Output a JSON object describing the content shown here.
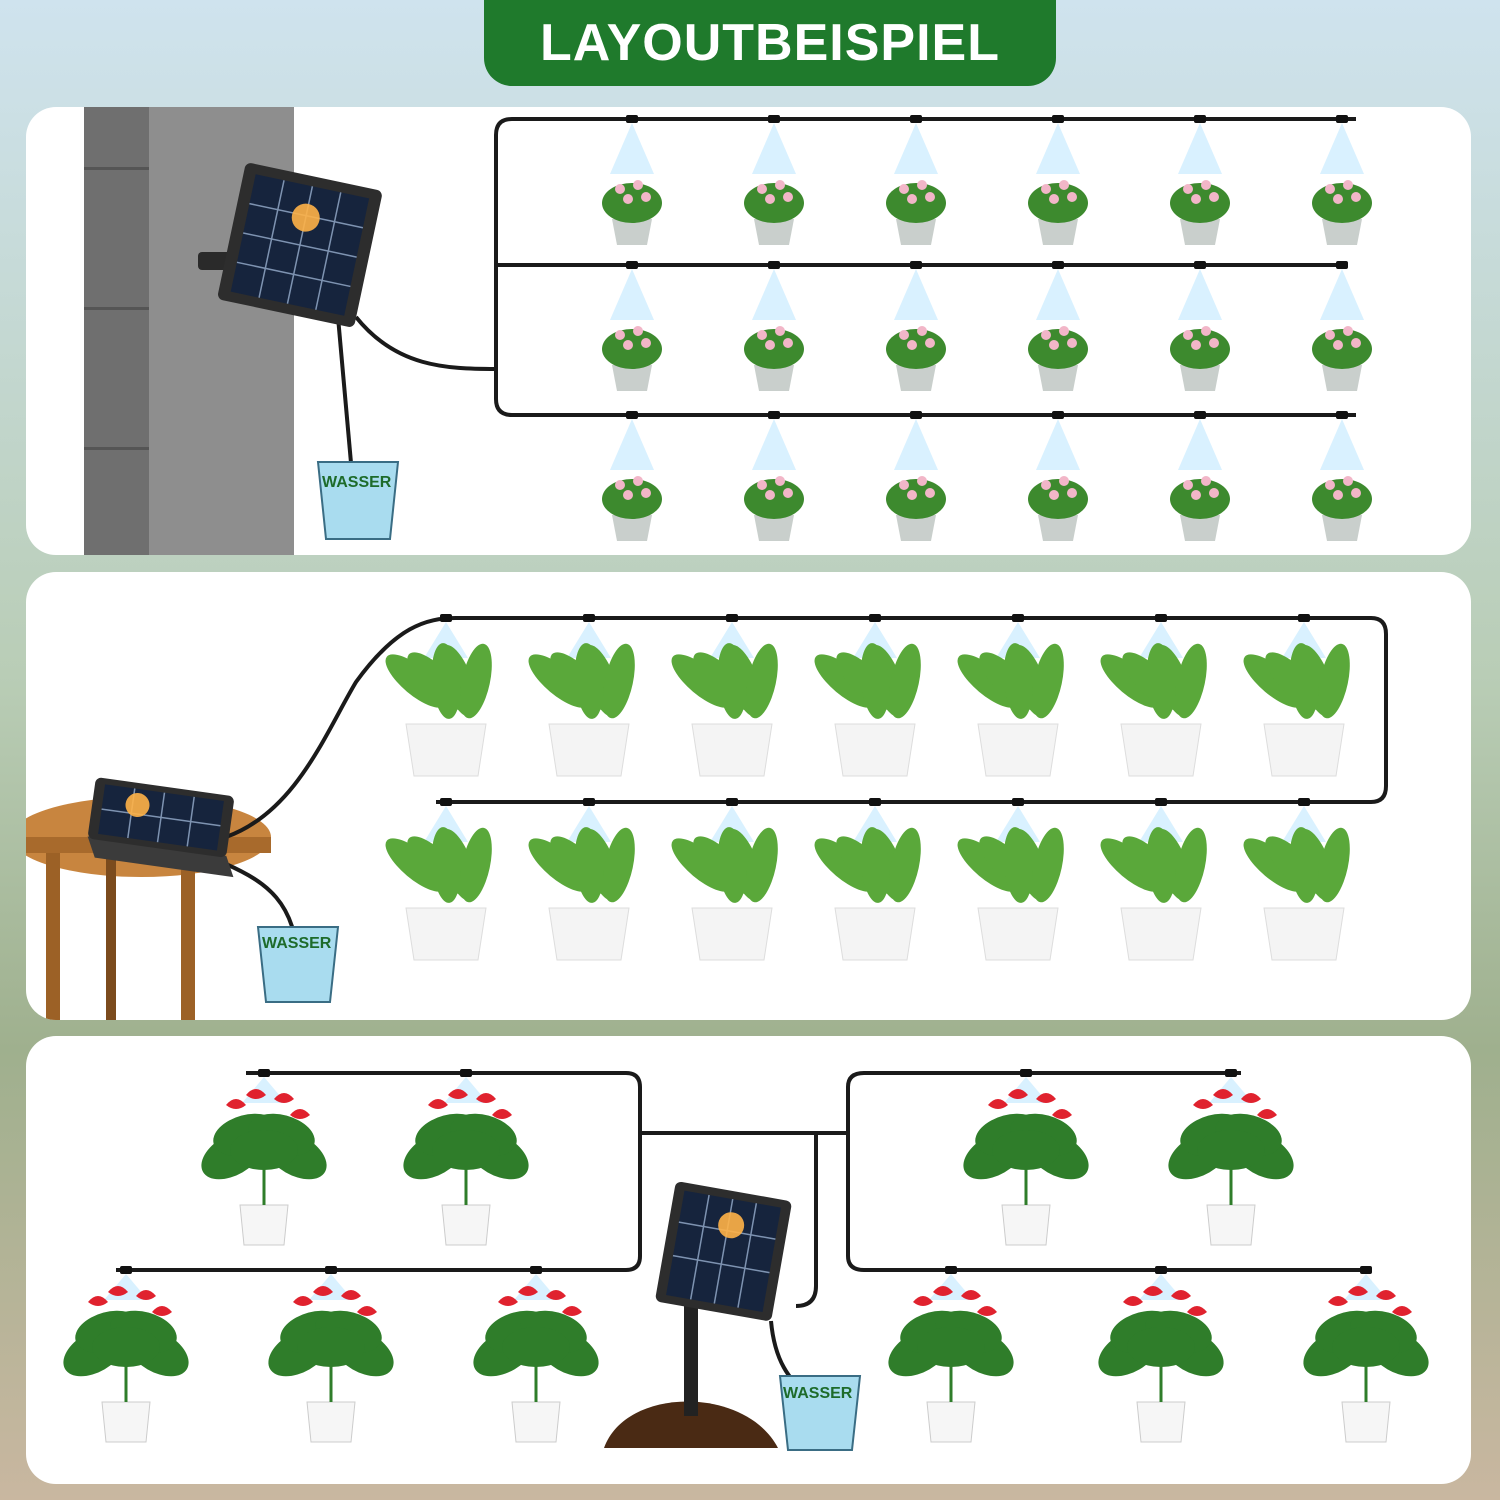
{
  "header": {
    "title": "LAYOUTBEISPIEL"
  },
  "colors": {
    "banner": "#1f7a2c",
    "tube": "#1a1a1a",
    "water": "#a9dcef",
    "water_label": "#1d6b2a"
  },
  "layouts": [
    {
      "mount": "wall",
      "water_label": "WASSER",
      "plant_type": "flowering-potted-plant",
      "rows": [
        6,
        6,
        6
      ]
    },
    {
      "mount": "table",
      "water_label": "WASSER",
      "plant_type": "calathea-potted-plant",
      "rows": [
        7,
        7
      ]
    },
    {
      "mount": "ground-stake",
      "water_label": "WASSER",
      "plant_type": "anthurium-potted-plant",
      "rows": [
        2,
        2,
        3,
        3
      ]
    }
  ]
}
